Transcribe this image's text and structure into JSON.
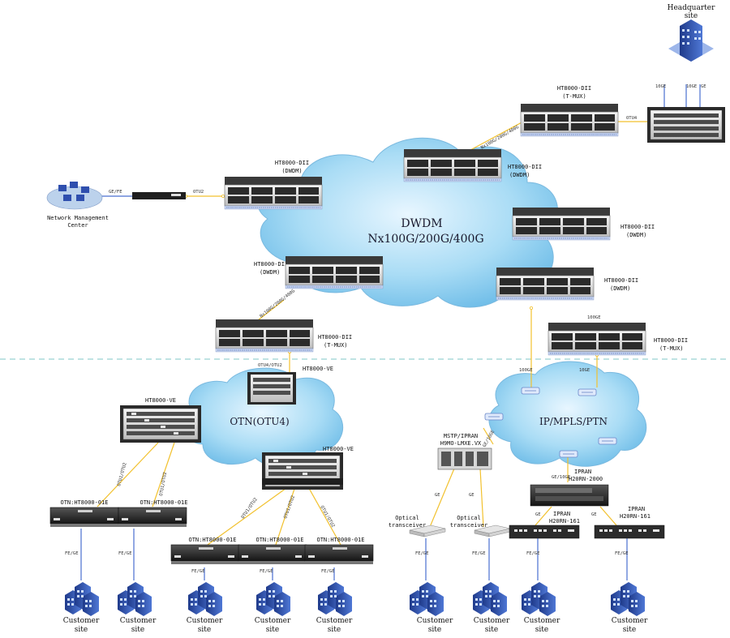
{
  "clouds": {
    "dwdm": {
      "line1": "DWDM",
      "line2": "Nx100G/200G/400G"
    },
    "otn": {
      "label": "OTN(OTU4)"
    },
    "ip": {
      "label": "IP/MPLS/PTN"
    }
  },
  "sites": {
    "headquarter": {
      "line1": "Headquarter",
      "line2": "site"
    },
    "nmc": {
      "line1": "Network Management",
      "line2": "Center"
    },
    "customer": {
      "line1": "Customer",
      "line2": "site"
    }
  },
  "devices": {
    "ht_dii": "HT8000-DII",
    "dwdm_tag": "(DWDM)",
    "tmux_tag": "(T-MUX)",
    "ht_ve": "HT8000-VE",
    "otn_01e": "OTN:HT8000-01E",
    "mstp_line1": "MSTP/IPRAN",
    "mstp_line2": "H9MO-LMXE.VX",
    "ipran": "IPRAN",
    "h20rn2000": "H20RN-2000",
    "h20rn161": "H20RN-161",
    "optical_line1": "Optical",
    "optical_line2": "transceiver"
  },
  "links": {
    "otu2": "OTU2",
    "otu4": "OTU4",
    "ge_fe": "GE/FE",
    "nx": "Nx100G/200G/400G",
    "otu4_otu2": "OTU4/OTU2",
    "otu1_otu2": "OTU1/OTU2",
    "ge100": "100GE",
    "ge10": "10GE",
    "ge": "GE",
    "ge_10ge": "GE/10GE",
    "fe_ge": "FE/GE"
  },
  "colors": {
    "cloud": "#9fd3f0",
    "link": "#f2c12e",
    "dash": "#7fc7c7",
    "access": "#4a6fd0",
    "building": "#2a3f9a"
  }
}
